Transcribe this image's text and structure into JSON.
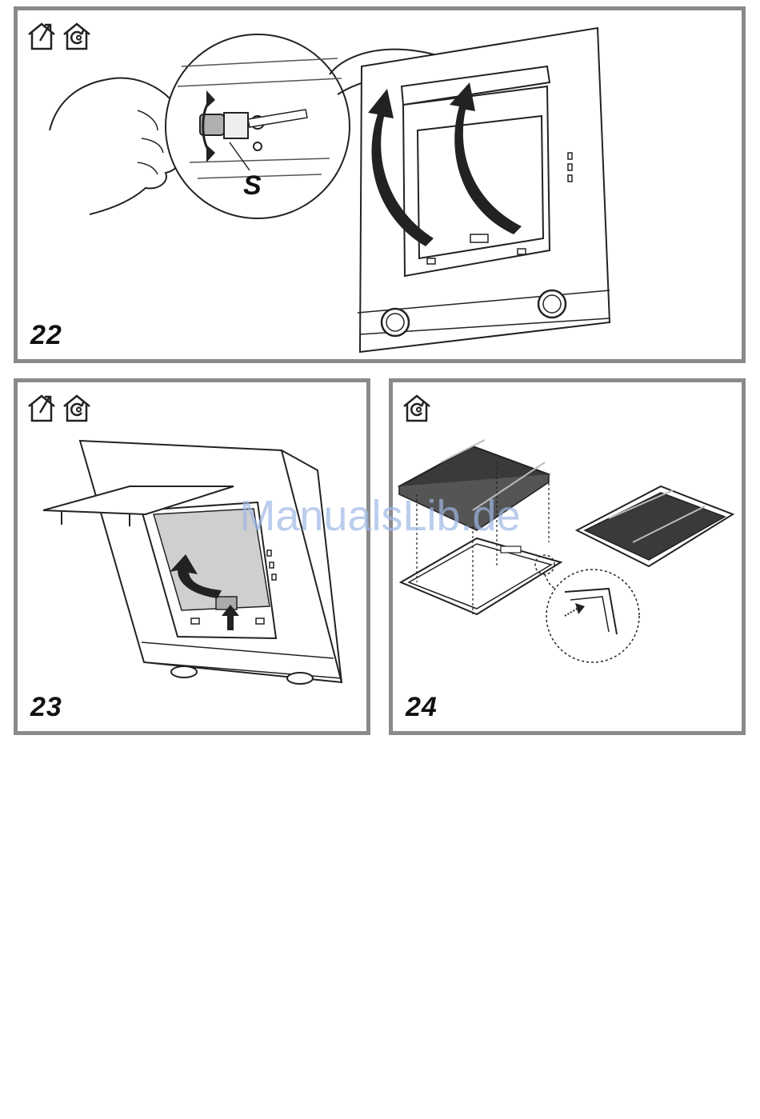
{
  "panels": [
    {
      "id": "22",
      "number": "22",
      "icons": [
        "exhaust-mode-icon",
        "recirculation-mode-icon"
      ],
      "label": "S"
    },
    {
      "id": "23",
      "number": "23",
      "icons": [
        "exhaust-mode-icon",
        "recirculation-mode-icon"
      ]
    },
    {
      "id": "24",
      "number": "24",
      "icons": [
        "recirculation-mode-icon"
      ]
    }
  ],
  "watermark": "ManualsLib.de",
  "colors": {
    "frame": "#8a8a8a",
    "line": "#222222",
    "filter_grey": "#cfcfcf",
    "charcoal_filter": "#3a3a3a",
    "watermark": "#9fb8e6"
  }
}
